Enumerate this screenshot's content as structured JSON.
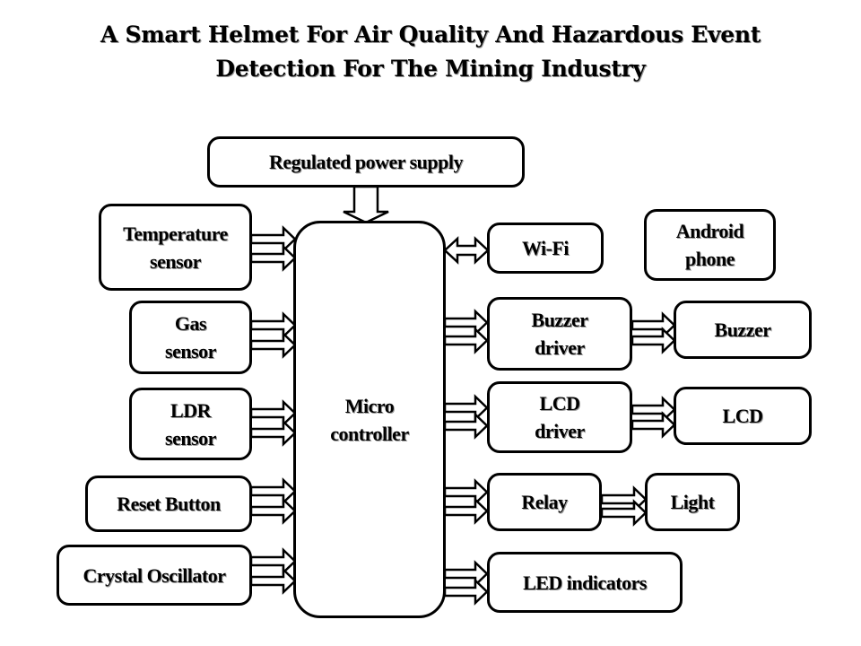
{
  "title": {
    "line1": "A Smart Helmet For Air Quality And Hazardous Event",
    "line2": "Detection For The Mining Industry"
  },
  "blocks": {
    "power_supply": "Regulated power supply",
    "temperature_sensor": "Temperature\nsensor",
    "gas_sensor": "Gas\nsensor",
    "ldr_sensor": "LDR\nsensor",
    "reset_button": "Reset Button",
    "crystal_oscillator": "Crystal Oscillator",
    "microcontroller": "Micro\ncontroller",
    "wifi": "Wi-Fi",
    "android_phone": "Android\nphone",
    "buzzer_driver": "Buzzer\ndriver",
    "buzzer": "Buzzer",
    "lcd_driver": "LCD\ndriver",
    "lcd": "LCD",
    "relay": "Relay",
    "light": "Light",
    "led_indicators": "LED indicators"
  }
}
